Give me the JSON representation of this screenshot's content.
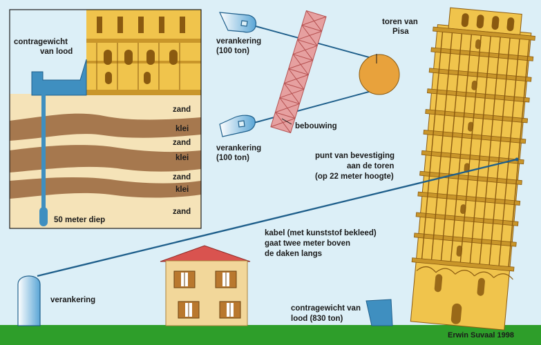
{
  "colors": {
    "sky": "#DCEFF7",
    "ground": "#2E9E2A",
    "soil_sand": "#F5E3B8",
    "soil_clay": "#A6784E",
    "tower_stone": "#F0C44C",
    "tower_shade": "#C9962A",
    "tower_dark": "#8A5A10",
    "cable": "#1F5F8B",
    "anchor_blue": "#3F8FC0",
    "building_red": "#E6A0A0",
    "disc": "#E8A23C",
    "house_wall": "#F2D79A",
    "house_roof": "#D9534F",
    "shutter": "#B9782E"
  },
  "inset": {
    "counterweight_label": [
      "contragewicht",
      "van lood"
    ],
    "layers": [
      "zand",
      "klei",
      "zand",
      "klei",
      "zand",
      "klei",
      "zand"
    ],
    "depth_label": "50 meter diep"
  },
  "plan": {
    "anchor_top_label": [
      "verankering",
      "(100 ton)"
    ],
    "anchor_bottom_label": [
      "verankering",
      "(100 ton)"
    ],
    "tower_label": [
      "toren van",
      "Pisa"
    ],
    "building_label": "bebouwing"
  },
  "main": {
    "attach_label": [
      "punt van bevestiging",
      "aan de toren",
      "(op 22 meter hoogte)"
    ],
    "cable_label": [
      "kabel (met kunststof bekleed)",
      "gaat twee meter boven",
      "de daken langs"
    ],
    "ground_anchor_label": "verankering",
    "counterweight_label": [
      "contragewicht van",
      "lood (830 ton)"
    ]
  },
  "credit": "Erwin Suvaal 1998"
}
